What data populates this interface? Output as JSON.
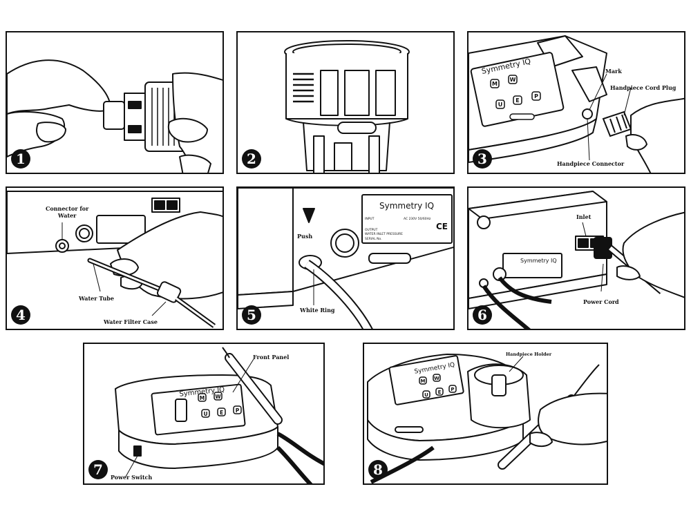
{
  "steps": [
    "1",
    "2",
    "3",
    "4",
    "5",
    "6",
    "7",
    "8"
  ],
  "labels": {
    "mark": "Mark",
    "handpiece_cord_plug": "Handpiece Cord Plug",
    "handpiece_connector": "Handpiece Connector",
    "connector_for_water": "Connector for\nWater",
    "water_tube": "Water Tube",
    "water_filter_case": "Water Filter Case",
    "push": "Push",
    "white_ring": "White Ring",
    "inlet": "Inlet",
    "power_cord": "Power Cord",
    "front_panel": "Front Panel",
    "power_switch": "Power Switch",
    "handpiece_holder": "Handpiece Holder"
  },
  "device": {
    "brand": "Symmetry IQ",
    "buttons": [
      "M",
      "W",
      "U",
      "E",
      "P"
    ],
    "rear_label": {
      "input": "INPUT",
      "input_value": "AC 230V 50/60Hz",
      "output": "OUTPUT",
      "water_pressure": "WATER INLET PRESSURE",
      "serial": "SERIAL No."
    },
    "ce": "CE"
  }
}
